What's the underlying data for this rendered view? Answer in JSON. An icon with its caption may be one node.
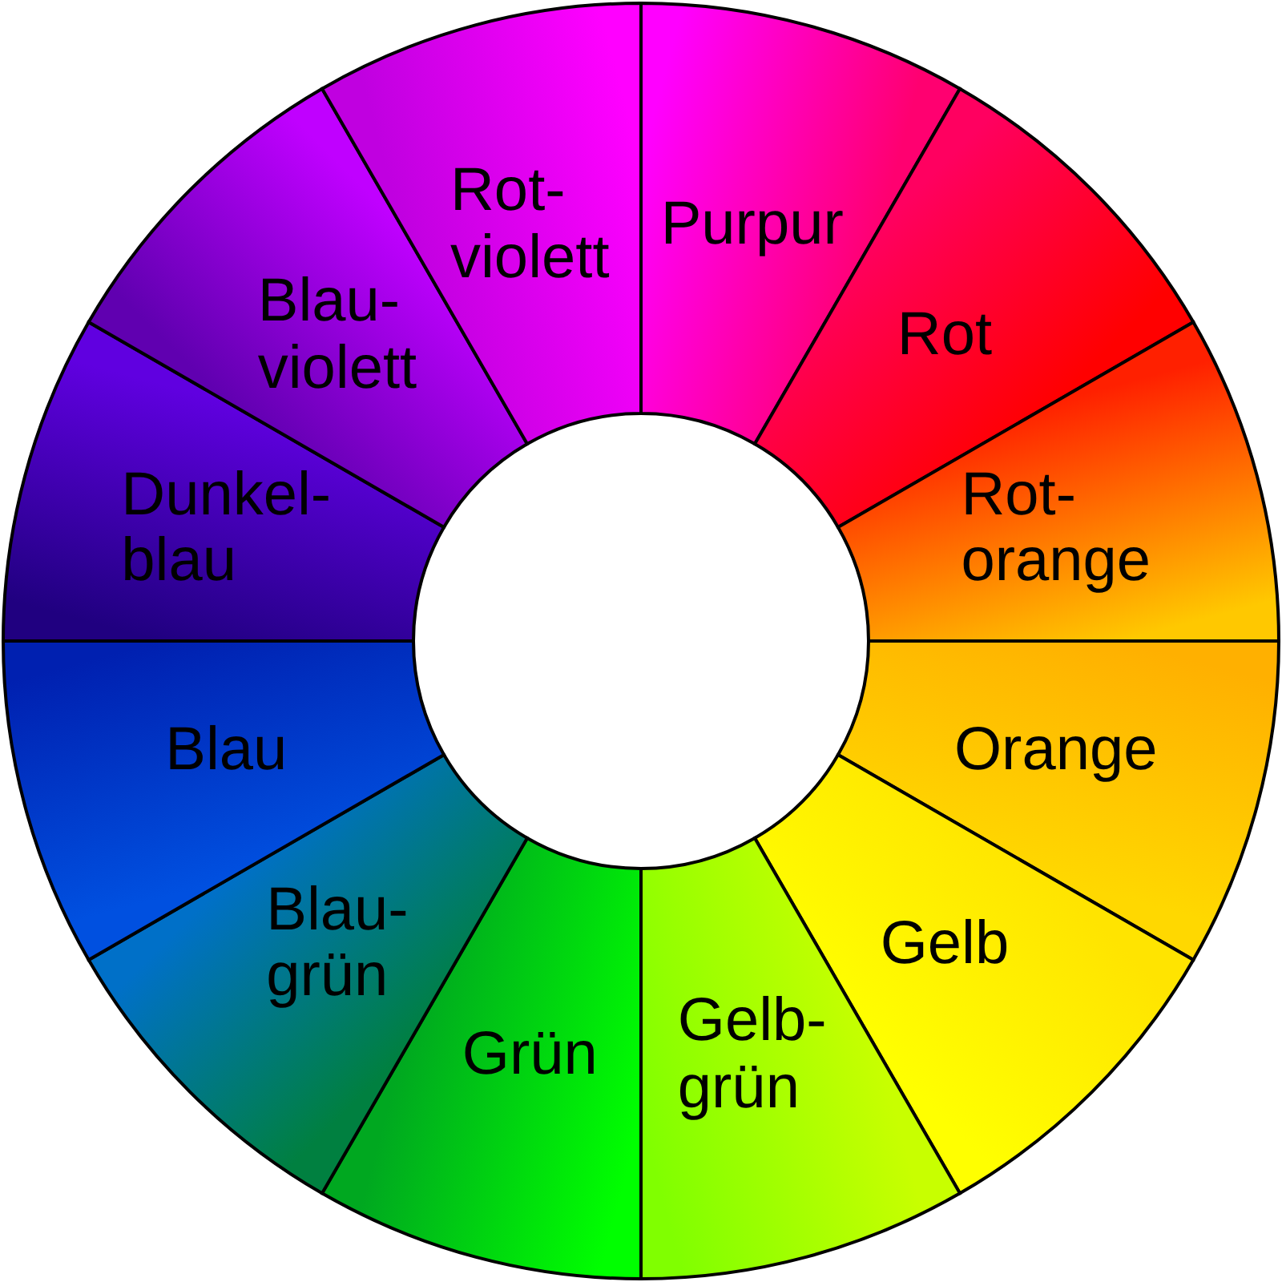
{
  "diagram": {
    "nodes": [
      {
        "text": [
          "Purpur"
        ]
      },
      {
        "text": [
          "Rot"
        ]
      },
      {
        "text": [
          "Rot- orange"
        ]
      },
      {
        "text": [
          "Orange"
        ]
      },
      {
        "text": [
          "Gelb"
        ]
      },
      {
        "text": [
          "Gelb- grün"
        ]
      },
      {
        "text": [
          "Grün"
        ]
      },
      {
        "text": [
          "Blau- grün"
        ]
      },
      {
        "text": [
          "Blau"
        ]
      },
      {
        "text": [
          "Dunkel- blau"
        ]
      },
      {
        "text": [
          "Blau- violett"
        ]
      },
      {
        "text": [
          "Rot- violett"
        ]
      }
    ]
  }
}
